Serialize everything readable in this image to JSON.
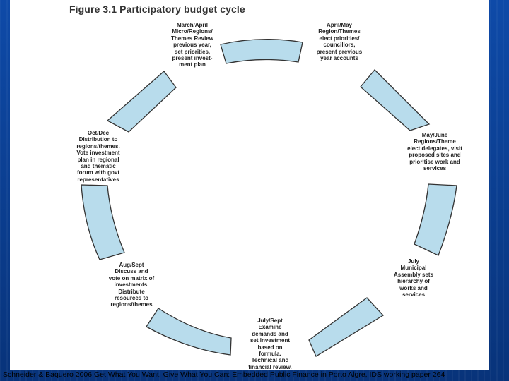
{
  "figure": {
    "title": "Figure 3.1 Participatory budget cycle",
    "accent_fill": "#b8dcec",
    "accent_stroke": "#333333"
  },
  "stages": [
    {
      "head": "March/April",
      "body": "Micro/Regions/\nThemes Review\nprevious year,\nset priorities,\npresent invest-\nment plan"
    },
    {
      "head": "April/May",
      "body": "Region/Themes\nelect priorities/\ncouncillors,\npresent previous\nyear accounts"
    },
    {
      "head": "May/June",
      "body": "Regions/Theme\nelect delegates, visit\nproposed sites and\nprioritise work and\nservices"
    },
    {
      "head": "July",
      "body": "Municipal\nAssembly sets\nhierarchy of\nworks and\nservices"
    },
    {
      "head": "July/Sept",
      "body": "Examine\ndemands and\nset investment\nbased on\nformula.\nTechnical and\nfinancial review."
    },
    {
      "head": "Aug/Sept",
      "body": "Discuss and\nvote on matrix of\ninvestments.\nDistribute\nresources to\nregions/themes"
    },
    {
      "head": "Oct/Dec",
      "body": "Distribution to\nregions/themes.\nVote investment\nplan in regional\nand thematic\nforum with govt\nrepresentatives"
    }
  ],
  "caption": "Schneider & Baquero 2006 Get What You Want, Give What You Can: Embedded Public Finance in Porto Algre, IDS working paper 264"
}
